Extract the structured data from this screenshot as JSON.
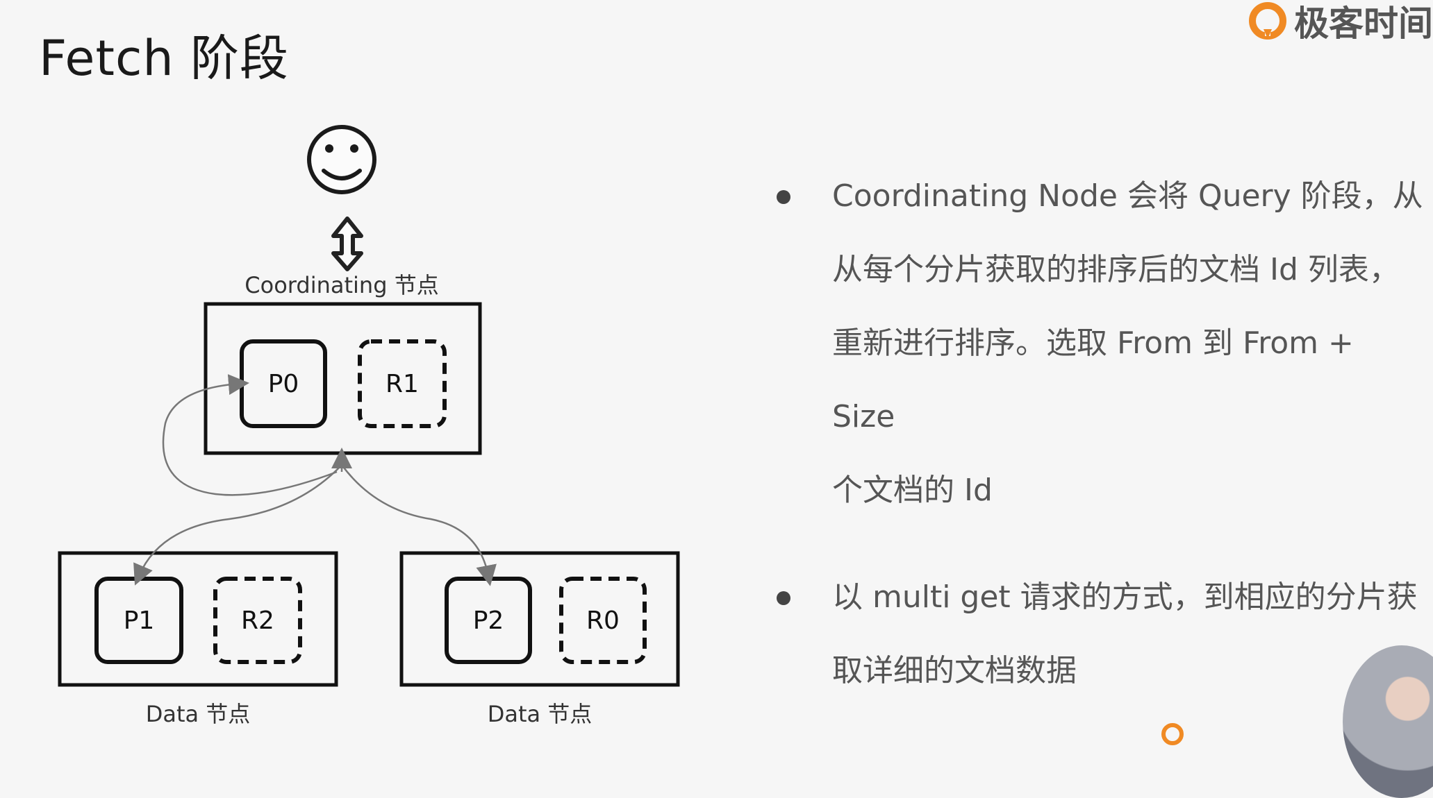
{
  "slide": {
    "title": "Fetch 阶段",
    "brand": "极客时间"
  },
  "diagram": {
    "user": "smiley-face",
    "coordinating": {
      "label": "Coordinating 节点",
      "shards": [
        {
          "name": "P0",
          "type": "primary"
        },
        {
          "name": "R1",
          "type": "replica"
        }
      ]
    },
    "data_nodes": [
      {
        "label": "Data 节点",
        "shards": [
          {
            "name": "P1",
            "type": "primary"
          },
          {
            "name": "R2",
            "type": "replica"
          }
        ]
      },
      {
        "label": "Data 节点",
        "shards": [
          {
            "name": "P2",
            "type": "primary"
          },
          {
            "name": "R0",
            "type": "replica"
          }
        ]
      }
    ]
  },
  "bullets": [
    {
      "lines": [
        "Coordinating Node 会将 Query 阶段，从",
        "从每个分片获取的排序后的文档 Id 列表，",
        "重新进行排序。选取 From 到 From + Size",
        "个文档的 Id"
      ]
    },
    {
      "lines": [
        "以 multi get 请求的方式，到相应的分片获",
        "取详细的文档数据"
      ]
    }
  ],
  "colors": {
    "brand_orange": "#f08a24",
    "box_stroke": "#111111",
    "arrow": "#777777"
  }
}
